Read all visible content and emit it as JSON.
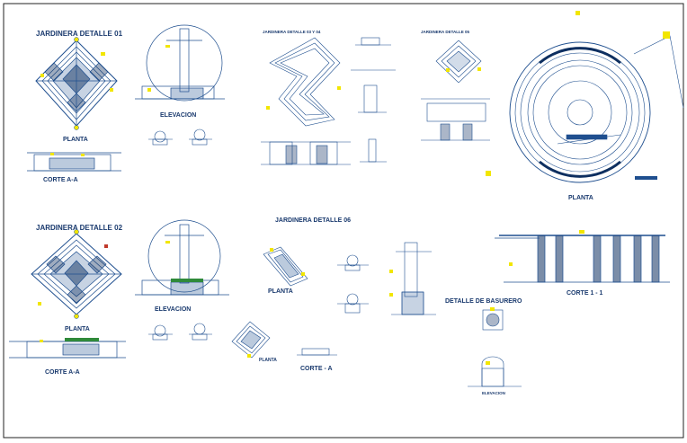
{
  "labels": {
    "jardinera_1": "JARDINERA DETALLE 01",
    "jardinera_2": "JARDINERA DETALLE 02",
    "jardinera_3": "JARDINERA DETALLE 03 Y 04",
    "jardinera_4": "JARDINERA DETALLE 05",
    "jardinera_5": "JARDINERA DETALLE 06",
    "planta": "PLANTA",
    "elevacion": "ELEVACION",
    "corte_aa": "CORTE A-A",
    "corte_a": "CORTE - A",
    "corte_11": "CORTE 1 - 1",
    "detalle_basurero": "DETALLE DE BASURERO",
    "elevacion_small": "ELEVACION"
  },
  "colors": {
    "line": "#1f4f8f",
    "dark": "#0e2f60",
    "yellow": "#f2e600",
    "green": "#2f8a3a",
    "red": "#c0392b",
    "border": "#222222"
  }
}
